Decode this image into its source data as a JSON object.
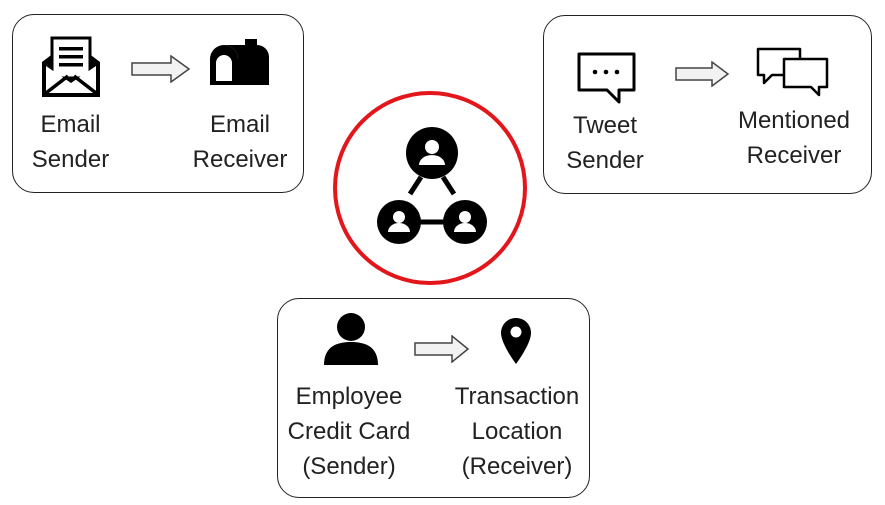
{
  "panels": {
    "email": {
      "sender_line1": "Email",
      "sender_line2": "Sender",
      "receiver_line1": "Email",
      "receiver_line2": "Receiver"
    },
    "tweet": {
      "sender_line1": "Tweet",
      "sender_line2": "Sender",
      "receiver_line1": "Mentioned",
      "receiver_line2": "Receiver"
    },
    "credit": {
      "sender_line1": "Employee",
      "sender_line2": "Credit Card",
      "sender_line3": "(Sender)",
      "receiver_line1": "Transaction",
      "receiver_line2": "Location",
      "receiver_line3": "(Receiver)"
    }
  },
  "icons": {
    "email_sender": "open-envelope-letter-icon",
    "email_receiver": "mailbox-icon",
    "tweet_sender": "speech-bubble-dots-icon",
    "tweet_receiver": "two-speech-bubbles-icon",
    "credit_sender": "person-icon",
    "credit_receiver": "location-pin-icon",
    "center": "network-of-people-icon",
    "arrow": "right-arrow-icon"
  },
  "colors": {
    "center_ring": "#e3161b",
    "icon": "#000000",
    "arrow_fill": "#f2f2f2",
    "border": "#222222"
  }
}
